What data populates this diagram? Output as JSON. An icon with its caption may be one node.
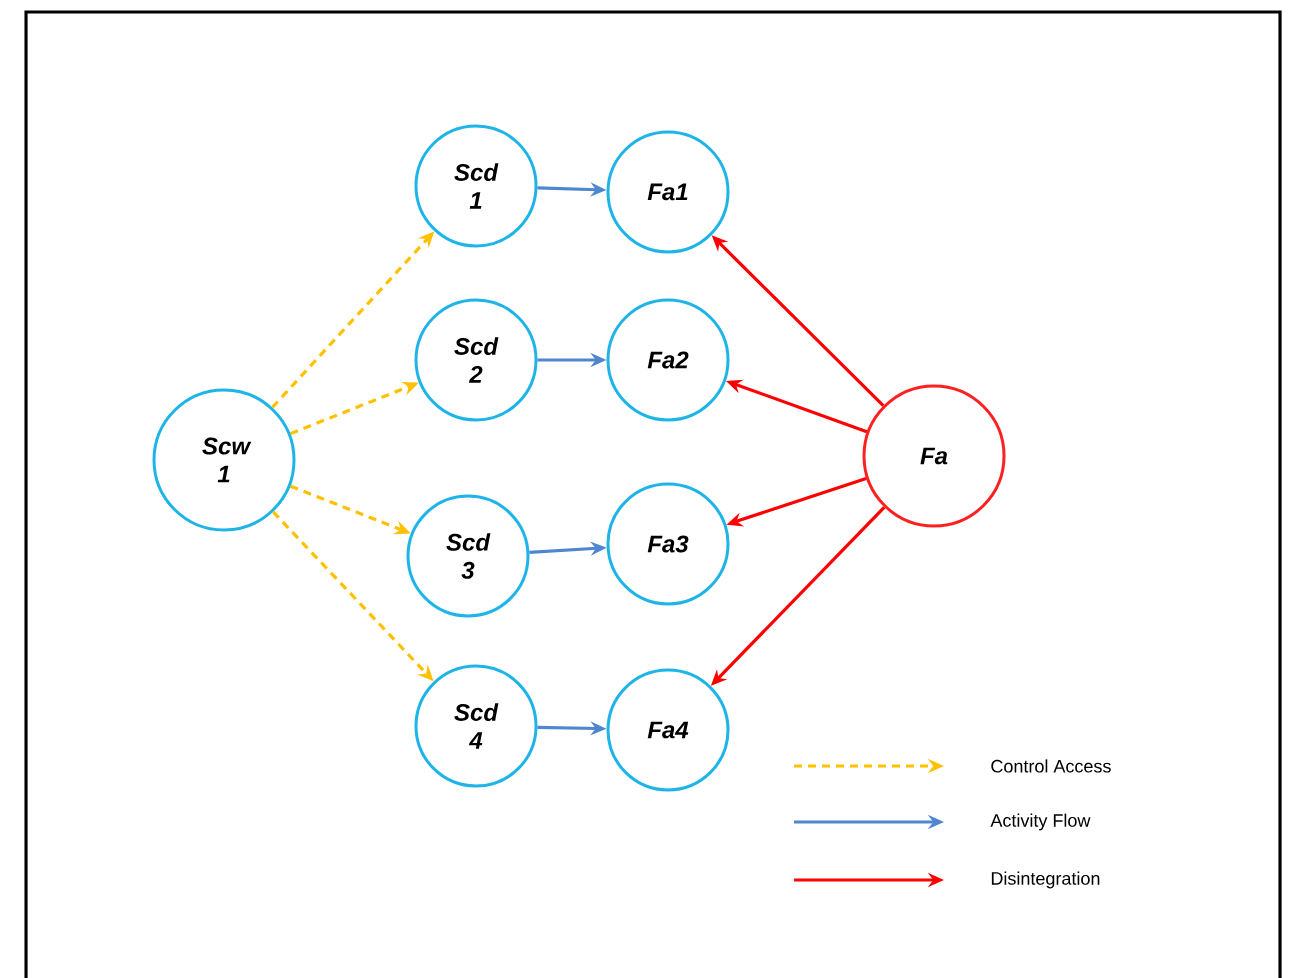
{
  "diagram": {
    "nodes": [
      {
        "text": [
          "Scw 1"
        ]
      },
      {
        "text": [
          "Scd 1"
        ]
      },
      {
        "text": [
          "Scd 2"
        ]
      },
      {
        "text": [
          "Scd 3"
        ]
      },
      {
        "text": [
          "Scd 4"
        ]
      },
      {
        "text": [
          "Fa1"
        ]
      },
      {
        "text": [
          "Fa2"
        ]
      },
      {
        "text": [
          "Fa3"
        ]
      },
      {
        "text": [
          "Fa4"
        ]
      },
      {
        "text": [
          "Fa"
        ]
      }
    ],
    "edges": [
      {
        "from": 0,
        "to": 1,
        "arrow": "to",
        "style": "dashed",
        "color": "#ffc000"
      },
      {
        "from": 0,
        "to": 2,
        "arrow": "to",
        "style": "dashed",
        "color": "#ffc000"
      },
      {
        "from": 0,
        "to": 3,
        "arrow": "to",
        "style": "dashed",
        "color": "#ffc000"
      },
      {
        "from": 0,
        "to": 4,
        "arrow": "to",
        "style": "dashed",
        "color": "#ffc000"
      },
      {
        "from": 1,
        "to": 5,
        "arrow": "to",
        "color": "#4f86d0"
      },
      {
        "from": 2,
        "to": 6,
        "arrow": "to",
        "color": "#4f86d0"
      },
      {
        "from": 3,
        "to": 7,
        "arrow": "to",
        "color": "#4f86d0"
      },
      {
        "from": 4,
        "to": 8,
        "arrow": "to",
        "color": "#4f86d0"
      },
      {
        "from": 9,
        "to": 5,
        "arrow": "to",
        "color": "#ff0000"
      },
      {
        "from": 9,
        "to": 6,
        "arrow": "to",
        "color": "#ff0000"
      },
      {
        "from": 9,
        "to": 7,
        "arrow": "to",
        "color": "#ff0000"
      },
      {
        "from": 9,
        "to": 8,
        "arrow": "to",
        "color": "#ff0000"
      }
    ],
    "legend": [
      {
        "text": "Control Access"
      },
      {
        "text": "Activity Flow"
      },
      {
        "text": "Disintegration"
      }
    ]
  }
}
